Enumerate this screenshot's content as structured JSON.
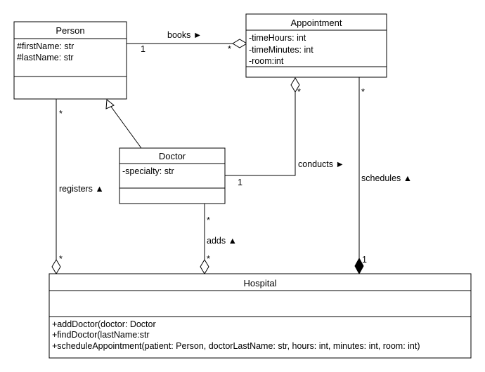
{
  "classes": {
    "person": {
      "name": "Person",
      "attributes": [
        "#firstName: str",
        "#lastName: str"
      ]
    },
    "appointment": {
      "name": "Appointment",
      "attributes": [
        "-timeHours: int",
        "-timeMinutes: int",
        "-room:int"
      ]
    },
    "doctor": {
      "name": "Doctor",
      "attributes": [
        "-specialty: str"
      ]
    },
    "hospital": {
      "name": "Hospital",
      "methods": [
        "+addDoctor(doctor: Doctor",
        "+findDoctor(lastName:str",
        "+scheduleAppointment(patient: Person, doctorLastName: str, hours: int, minutes: int, room: int)"
      ]
    }
  },
  "relations": {
    "books": {
      "label": "books ►",
      "mult_person": "1",
      "mult_appointment": "*"
    },
    "conducts": {
      "label": "conducts ►",
      "mult_doctor": "1",
      "mult_appointment": "*"
    },
    "schedules": {
      "label": "schedules ▲",
      "mult_appointment": "*",
      "mult_hospital": "1"
    },
    "registers": {
      "label": "registers ▲",
      "mult_person": "*",
      "mult_hospital": "*"
    },
    "adds": {
      "label": "adds ▲",
      "mult_doctor": "*",
      "mult_hospital": "*"
    }
  }
}
